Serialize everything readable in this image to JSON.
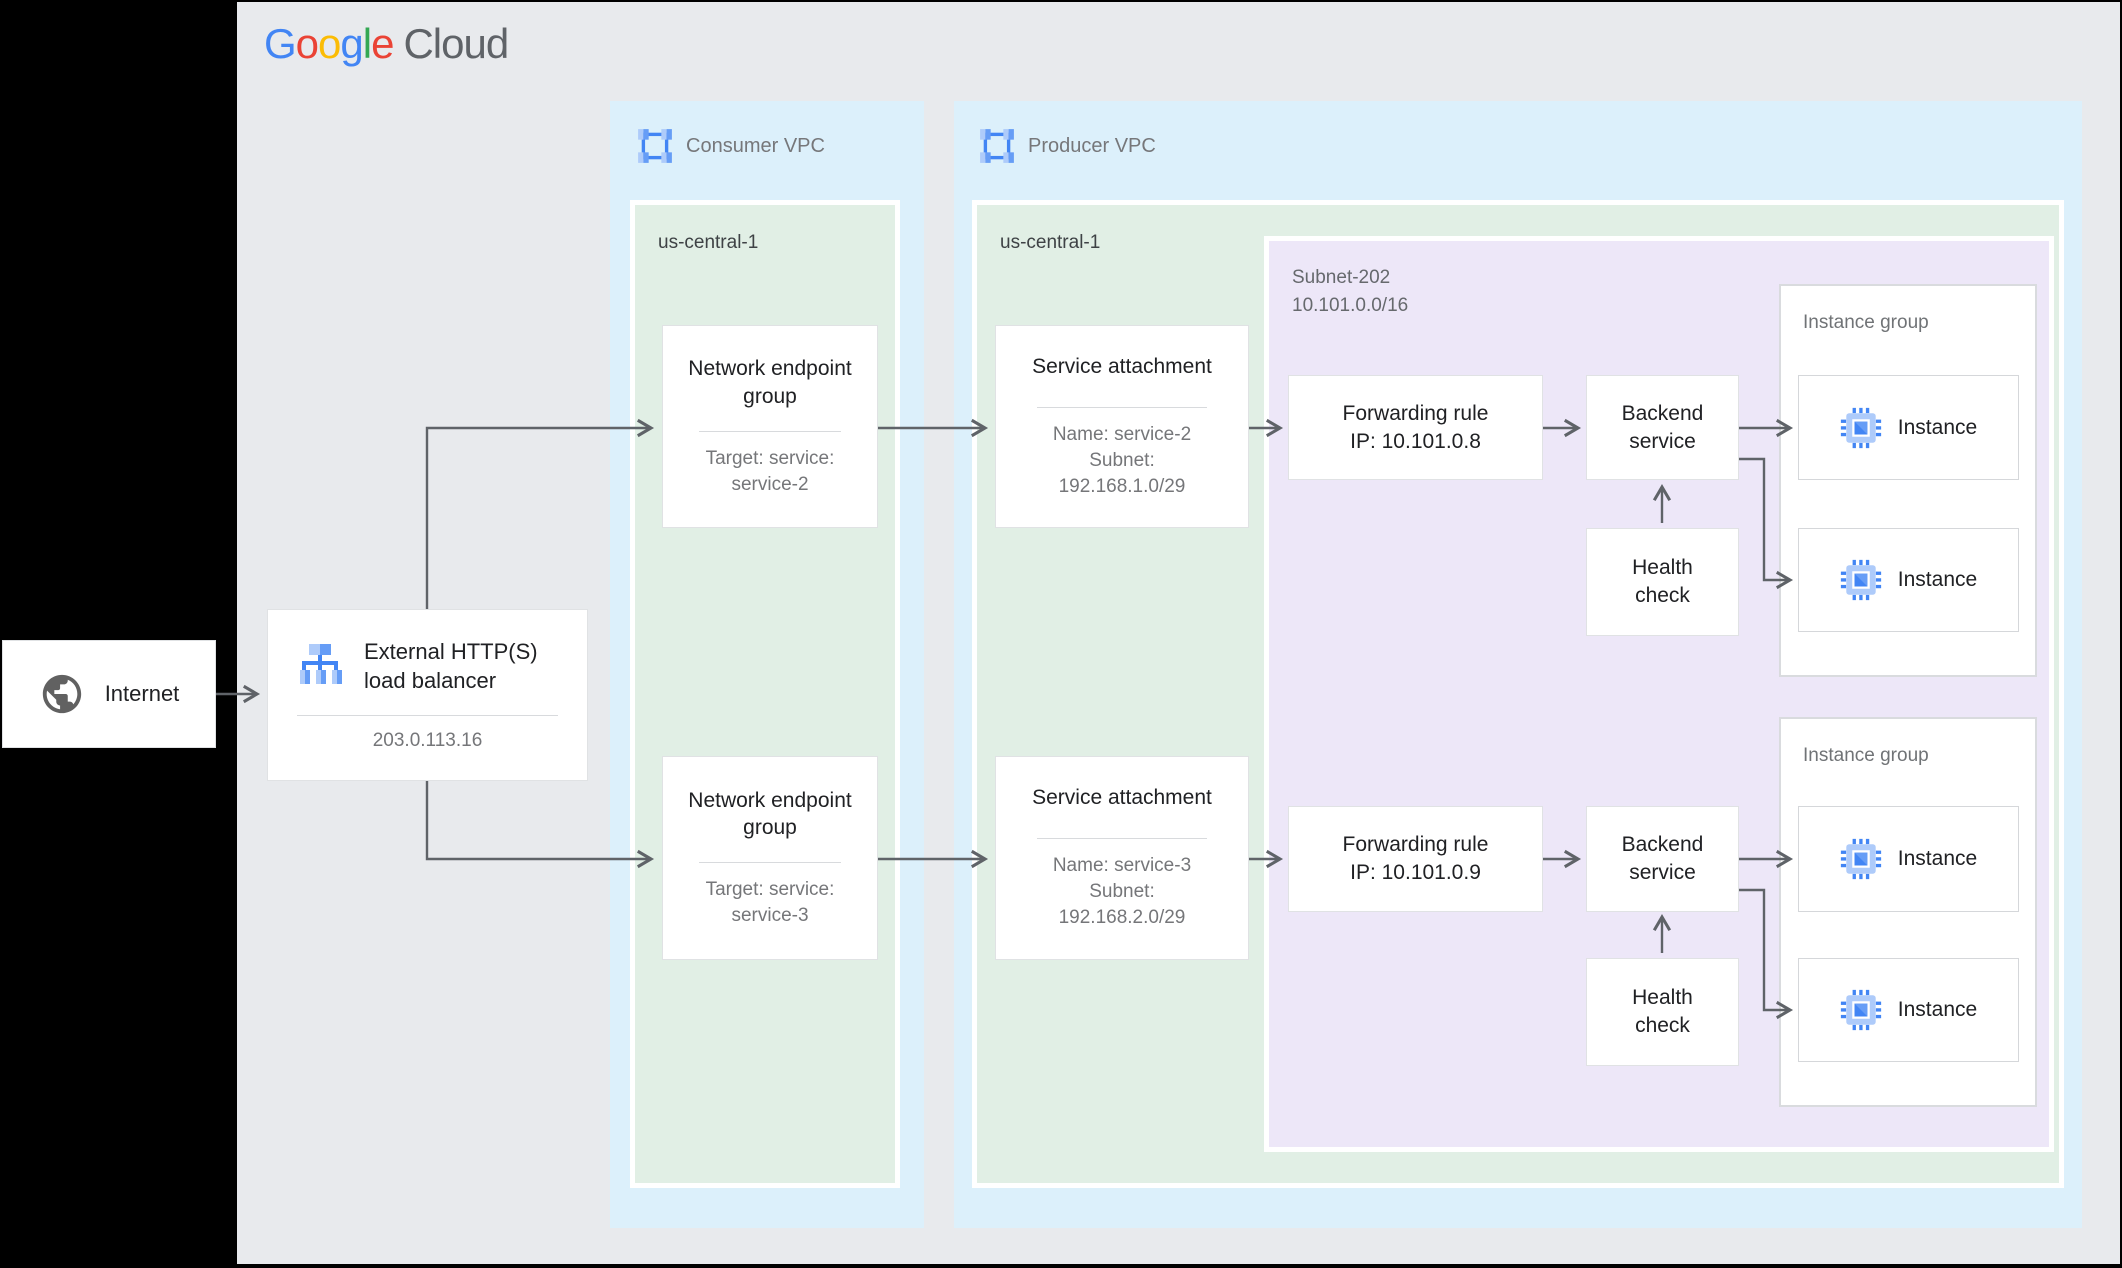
{
  "logo": {
    "google_letters": [
      {
        "ch": "G",
        "color": "#4285F4"
      },
      {
        "ch": "o",
        "color": "#EA4335"
      },
      {
        "ch": "o",
        "color": "#FBBC05"
      },
      {
        "ch": "g",
        "color": "#4285F4"
      },
      {
        "ch": "l",
        "color": "#34A853"
      },
      {
        "ch": "e",
        "color": "#EA4335"
      }
    ],
    "cloud": "Cloud"
  },
  "internet": {
    "label": "Internet",
    "icon": "globe-icon"
  },
  "load_balancer": {
    "title": "External HTTP(S) load balancer",
    "ip": "203.0.113.16",
    "icon": "load-balancer-icon"
  },
  "consumer_vpc": {
    "label": "Consumer VPC",
    "icon": "vpc-network-icon",
    "region_label": "us-central-1",
    "negs": [
      {
        "title": "Network endpoint group",
        "detail": "Target: service:\nservice-2"
      },
      {
        "title": "Network endpoint group",
        "detail": "Target: service:\nservice-3"
      }
    ]
  },
  "producer_vpc": {
    "label": "Producer VPC",
    "icon": "vpc-network-icon",
    "region_label": "us-central-1",
    "service_attachments": [
      {
        "title": "Service attachment",
        "detail": "Name: service-2\nSubnet:\n192.168.1.0/29"
      },
      {
        "title": "Service attachment",
        "detail": "Name: service-3\nSubnet:\n192.168.2.0/29"
      }
    ],
    "subnet": {
      "label": "Subnet-202\n10.101.0.0/16",
      "rows": [
        {
          "forwarding_rule": "Forwarding rule\nIP: 10.101.0.8",
          "backend_service": "Backend service",
          "health_check": "Health check",
          "instance_group_label": "Instance group",
          "instances": [
            {
              "label": "Instance",
              "icon": "compute-instance-chip-icon"
            },
            {
              "label": "Instance",
              "icon": "compute-instance-chip-icon"
            }
          ]
        },
        {
          "forwarding_rule": "Forwarding rule\nIP: 10.101.0.9",
          "backend_service": "Backend service",
          "health_check": "Health check",
          "instance_group_label": "Instance group",
          "instances": [
            {
              "label": "Instance",
              "icon": "compute-instance-chip-icon"
            },
            {
              "label": "Instance",
              "icon": "compute-instance-chip-icon"
            }
          ]
        }
      ]
    }
  },
  "colors": {
    "page_background": "#E8EAED",
    "vpc_fill": "#DCF0FB",
    "region_fill": "#E1EFE5",
    "subnet_fill": "#EDE7F8",
    "connector": "#5F6368",
    "icon_blue": "#4285F4",
    "icon_blue_medium": "#669DF6",
    "icon_blue_light": "#AECBFA",
    "globe_gray": "#616161"
  }
}
